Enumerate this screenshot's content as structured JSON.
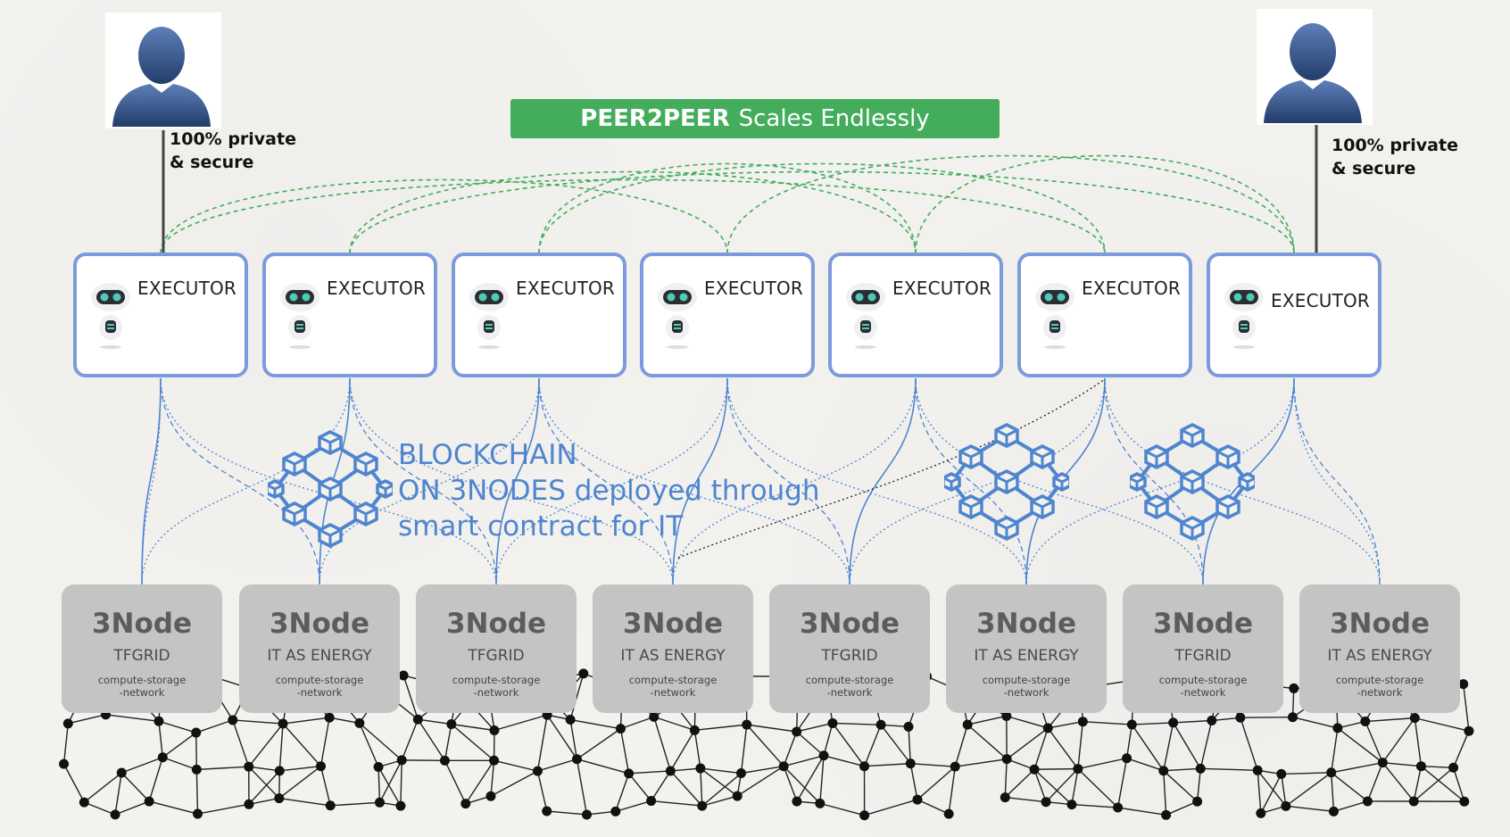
{
  "banner": {
    "bold": "PEER2PEER",
    "rest": "Scales Endlessly"
  },
  "users": [
    {
      "label": "100% private\n& secure"
    },
    {
      "label": "100% private\n& secure"
    }
  ],
  "executors": [
    {
      "label": "EXECUTOR"
    },
    {
      "label": "EXECUTOR"
    },
    {
      "label": "EXECUTOR"
    },
    {
      "label": "EXECUTOR"
    },
    {
      "label": "EXECUTOR"
    },
    {
      "label": "EXECUTOR"
    },
    {
      "label": "EXECUTOR"
    }
  ],
  "blockchain": {
    "line1": "BLOCKCHAIN",
    "line2": "ON 3NODES deployed through",
    "line3": "smart contract for IT"
  },
  "nodes": [
    {
      "title": "3Node",
      "sub": "TFGRID",
      "desc": "compute-storage\n-network"
    },
    {
      "title": "3Node",
      "sub": "IT AS ENERGY",
      "desc": "compute-storage\n-network"
    },
    {
      "title": "3Node",
      "sub": "TFGRID",
      "desc": "compute-storage\n-network"
    },
    {
      "title": "3Node",
      "sub": "IT AS ENERGY",
      "desc": "compute-storage\n-network"
    },
    {
      "title": "3Node",
      "sub": "TFGRID",
      "desc": "compute-storage\n-network"
    },
    {
      "title": "3Node",
      "sub": "IT AS ENERGY",
      "desc": "compute-storage\n-network"
    },
    {
      "title": "3Node",
      "sub": "TFGRID",
      "desc": "compute-storage\n-network"
    },
    {
      "title": "3Node",
      "sub": "IT AS ENERGY",
      "desc": "compute-storage\n-network"
    }
  ],
  "colors": {
    "banner": "#43ad5c",
    "executor_border": "#7b9bdd",
    "node_fill": "#c4c4c4",
    "link_blue": "#4f85cf",
    "link_green": "#43ad5c",
    "mesh": "#222222"
  },
  "icons": [
    "user-avatar-icon",
    "robot-icon",
    "blockchain-cubes-icon"
  ]
}
